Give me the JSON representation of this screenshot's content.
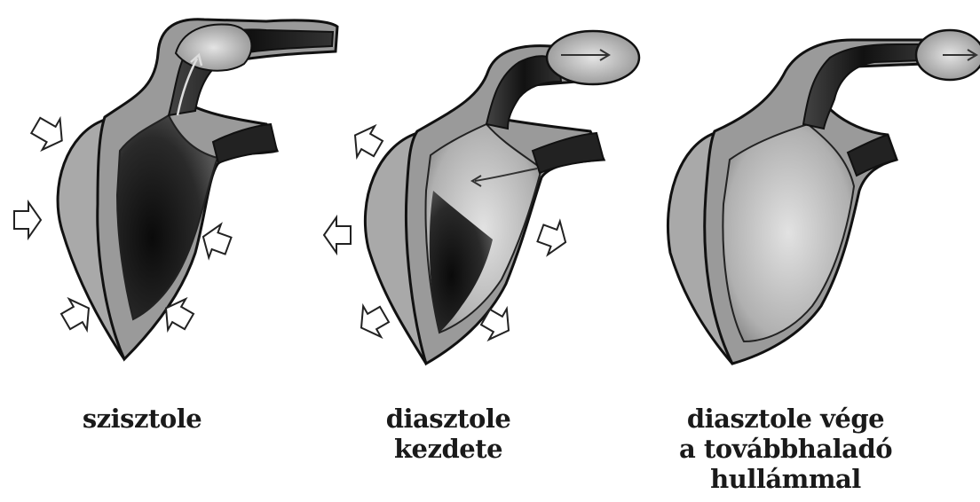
{
  "panels": [
    {
      "caption_lines": [
        "szisztole"
      ]
    },
    {
      "caption_lines": [
        "diasztole",
        "kezdete"
      ]
    },
    {
      "caption_lines": [
        "diasztole vége",
        "a továbbhaladó",
        "hullámmal"
      ]
    }
  ],
  "colors": {
    "outline": "#111111",
    "wall_light": "#b5b5b5",
    "wall_mid": "#8a8a8a",
    "lumen_dark": "#1e1e1e",
    "lumen_light": "#c9c9c9",
    "arrow_fill": "#ffffff"
  }
}
